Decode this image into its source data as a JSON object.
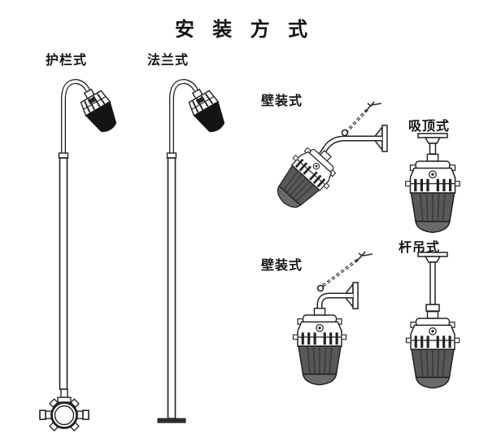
{
  "title": "安 装 方 式",
  "mounts": {
    "guardrail": {
      "label": "护栏式"
    },
    "flange": {
      "label": "法兰式"
    },
    "wall_angled": {
      "label": "壁装式"
    },
    "ceiling": {
      "label": "吸顶式"
    },
    "wall_vertical": {
      "label": "壁装式"
    },
    "pole_hung": {
      "label": "杆吊式"
    }
  },
  "colors": {
    "background": "#ffffff",
    "line": "#222222",
    "lamp_shade_black": "#141414",
    "glass_gray": "#585858",
    "glass_stripe": "#3e3e3e",
    "glass_dome": "#6a6a6a",
    "base_flange": "#2f2f2f"
  }
}
